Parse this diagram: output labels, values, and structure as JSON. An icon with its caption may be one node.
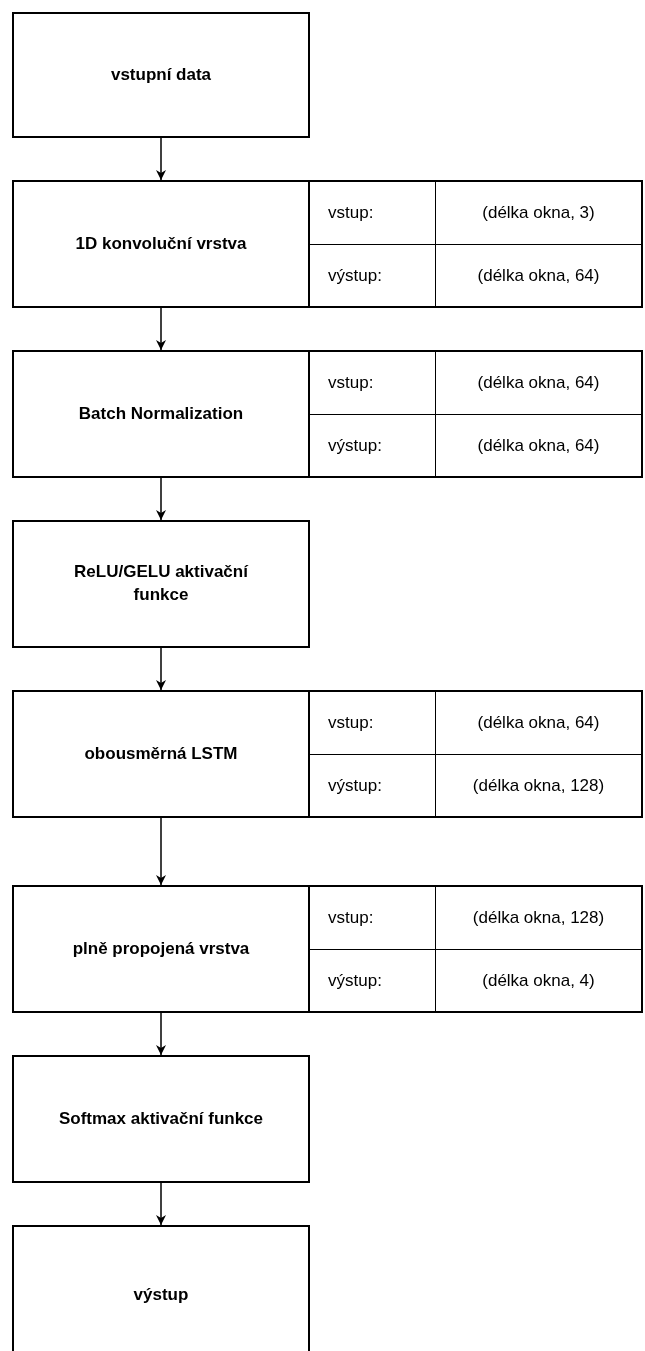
{
  "diagram": {
    "nodes": [
      {
        "text": [
          "vstupní data"
        ]
      },
      {
        "text": [
          "1D konvoluční vrstva"
        ],
        "beside": [
          "vstup:",
          "(délka okna, 3)",
          "výstup:",
          "(délka okna, 64)"
        ]
      },
      {
        "text": [
          "Batch Normalization"
        ],
        "beside": [
          "vstup:",
          "(délka okna, 64)",
          "výstup:",
          "(délka okna, 64)"
        ]
      },
      {
        "text": [
          "ReLU/GELU aktivační funkce"
        ]
      },
      {
        "text": [
          "obousměrná LSTM"
        ],
        "beside": [
          "vstup:",
          "(délka okna, 64)",
          "výstup:",
          "(délka okna, 128)"
        ]
      },
      {
        "text": [
          "plně propojená vrstva"
        ],
        "beside": [
          "vstup:",
          "(délka okna, 128)",
          "výstup:",
          "(délka okna, 4)"
        ]
      },
      {
        "text": [
          "Softmax aktivační funkce"
        ]
      },
      {
        "text": [
          "výstup"
        ]
      }
    ],
    "edges": [
      {
        "from": 0,
        "to": 1,
        "arrow": "to"
      },
      {
        "from": 1,
        "to": 2,
        "arrow": "to"
      },
      {
        "from": 2,
        "to": 3,
        "arrow": "to"
      },
      {
        "from": 3,
        "to": 4,
        "arrow": "to"
      },
      {
        "from": 4,
        "to": 5,
        "arrow": "to"
      },
      {
        "from": 5,
        "to": 6,
        "arrow": "to"
      },
      {
        "from": 6,
        "to": 7,
        "arrow": "to"
      }
    ]
  }
}
